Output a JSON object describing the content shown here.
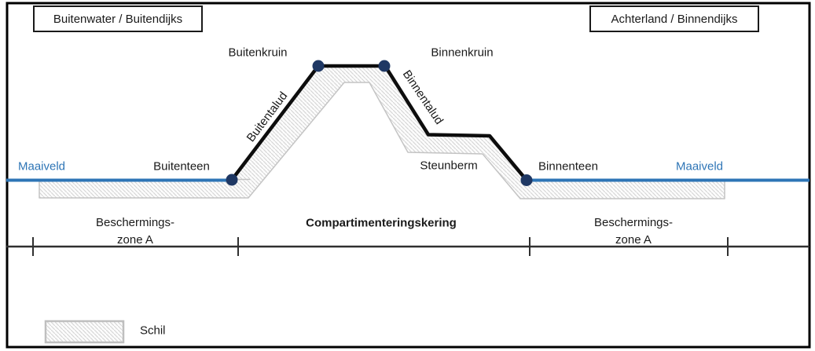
{
  "top_labels": {
    "left": "Buitenwater / Buitendijks",
    "right": "Achterland / Binnendijks"
  },
  "dike": {
    "buitenkruin": "Buitenkruin",
    "binnenkruin": "Binnenkruin",
    "buitentalud": "Buitentalud",
    "binnentalud": "Binnentalud",
    "buitenteen": "Buitenteen",
    "binnenteen": "Binnenteen",
    "steunberm": "Steunberm",
    "maaiveld_left": "Maaiveld",
    "maaiveld_right": "Maaiveld"
  },
  "zones": {
    "left": {
      "line1": "Beschermings-",
      "line2": "zone A"
    },
    "center": "Compartimenteringskering",
    "right": {
      "line1": "Beschermings-",
      "line2": "zone A"
    }
  },
  "legend": {
    "schil": "Schil"
  },
  "colors": {
    "maaiveld_line": "#2E75B6",
    "maaiveld_text": "#2E75B6",
    "marker_dot": "#1F3864",
    "dike_outline": "#0D0D0D",
    "shell_hatch_line": "#D4D4D4",
    "shell_hatch_border": "#C4C4C4",
    "legend_border": "#BFBFBF",
    "zone_line": "#303030",
    "frame_border": "#000000"
  }
}
